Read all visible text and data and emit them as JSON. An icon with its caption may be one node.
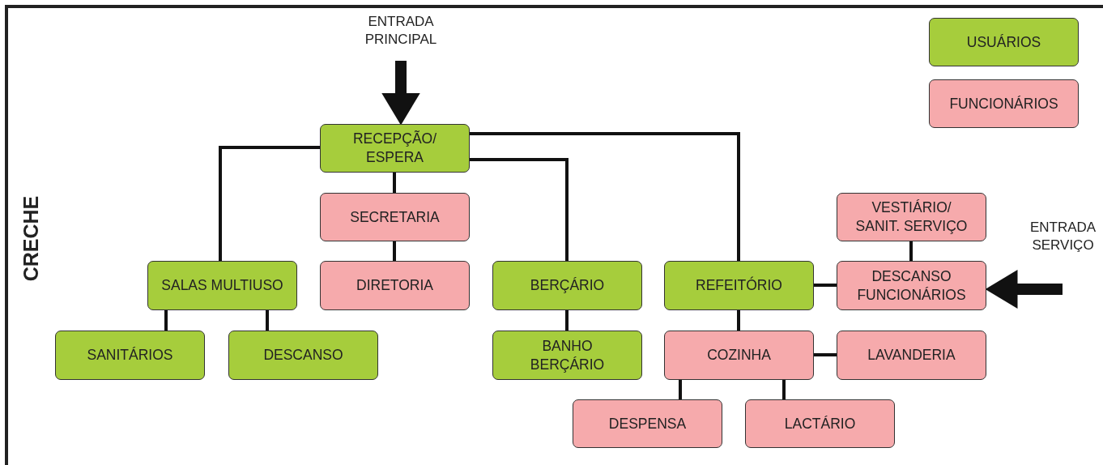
{
  "diagram": {
    "title": "CRECHE",
    "nodes": [
      {
        "text": [
          "RECEPÇÃO/ ESPERA"
        ]
      },
      {
        "text": [
          "SECRETARIA"
        ]
      },
      {
        "text": [
          "DIRETORIA"
        ]
      },
      {
        "text": [
          "SALAS MULTIUSO"
        ]
      },
      {
        "text": [
          "SANITÁRIOS"
        ]
      },
      {
        "text": [
          "DESCANSO"
        ]
      },
      {
        "text": [
          "BERÇÁRIO"
        ]
      },
      {
        "text": [
          "BANHO BERÇÁRIO"
        ]
      },
      {
        "text": [
          "REFEITÓRIO"
        ]
      },
      {
        "text": [
          "VESTIÁRIO/ SANIT. SERVIÇO"
        ]
      },
      {
        "text": [
          "DESCANSO FUNCIONÁRIOS"
        ]
      },
      {
        "text": [
          "COZINHA"
        ]
      },
      {
        "text": [
          "LAVANDERIA"
        ]
      },
      {
        "text": [
          "DESPENSA"
        ]
      },
      {
        "text": [
          "LACTÁRIO"
        ]
      }
    ],
    "edges": [
      {
        "from": null,
        "to": 0,
        "arrow": "to",
        "style": "thick"
      },
      {
        "from": 0,
        "to": 3,
        "arrow": "none"
      },
      {
        "from": 0,
        "to": 1,
        "arrow": "none"
      },
      {
        "from": 0,
        "to": 6,
        "arrow": "none"
      },
      {
        "from": 0,
        "to": 8,
        "arrow": "none"
      },
      {
        "from": 1,
        "to": 2,
        "arrow": "none"
      },
      {
        "from": 3,
        "to": 4,
        "arrow": "none"
      },
      {
        "from": 3,
        "to": 5,
        "arrow": "none"
      },
      {
        "from": 6,
        "to": 7,
        "arrow": "none"
      },
      {
        "from": 8,
        "to": 10,
        "arrow": "none"
      },
      {
        "from": 9,
        "to": 10,
        "arrow": "none"
      },
      {
        "from": null,
        "to": 10,
        "arrow": "to",
        "style": "thick"
      },
      {
        "from": 8,
        "to": 11,
        "arrow": "none"
      },
      {
        "from": 11,
        "to": 12,
        "arrow": "none"
      },
      {
        "from": 11,
        "to": 13,
        "arrow": "none"
      },
      {
        "from": 11,
        "to": 14,
        "arrow": "none"
      }
    ],
    "labels": [
      "ENTRADA PRINCIPAL",
      "ENTRADA SERVIÇO"
    ],
    "legend": [
      {
        "text": "USUÁRIOS",
        "color": "#a6cd3c"
      },
      {
        "text": "FUNCIONÁRIOS",
        "color": "#f6aaac"
      }
    ]
  }
}
